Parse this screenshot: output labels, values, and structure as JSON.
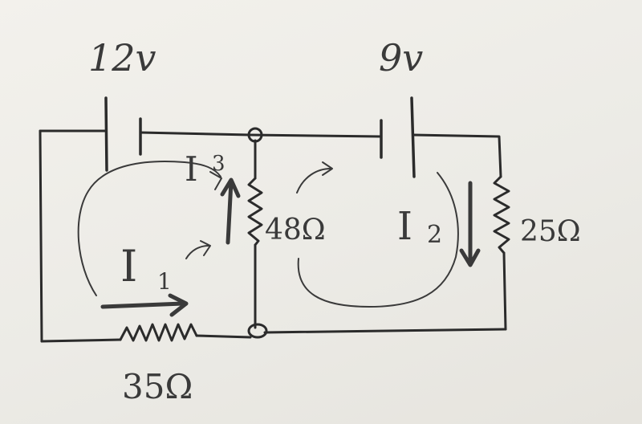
{
  "diagram": {
    "battery_left_label": "12v",
    "battery_right_label": "9v",
    "resistor_middle_label": "48Ω",
    "resistor_right_label": "25Ω",
    "resistor_bottom_label": "35Ω",
    "current_1_label": "I",
    "current_1_sub": "1",
    "current_2_label": "I",
    "current_2_sub": "2",
    "current_3_label": "I",
    "current_3_sub": "3",
    "ink_color": "#2b2b2b",
    "paper_color": "#eeece6"
  }
}
